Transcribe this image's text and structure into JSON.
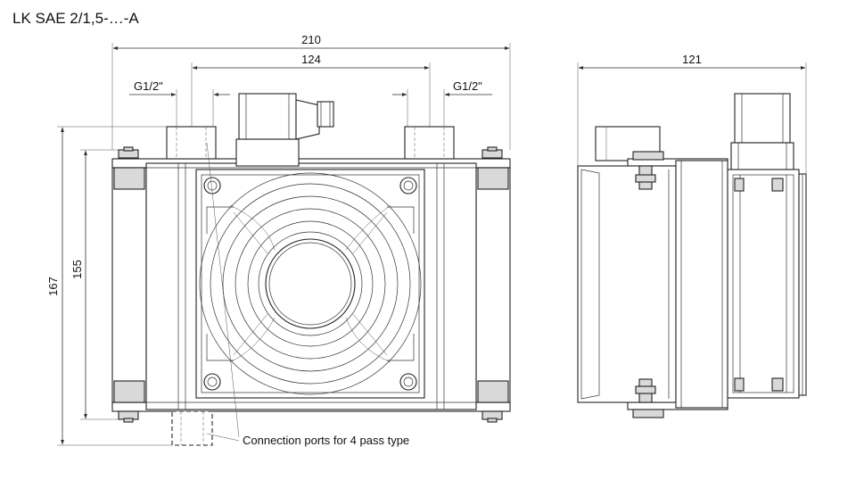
{
  "title": "LK SAE 2/1,5-…-A",
  "dimensions": {
    "overall_width": "210",
    "port_spacing": "124",
    "left_port": "G1/2\"",
    "right_port": "G1/2\"",
    "side_depth": "121",
    "overall_height": "167",
    "core_height": "155"
  },
  "annotation": "Connection ports for 4 pass type",
  "icons": {
    "fan": "fan-guard-icon",
    "connector": "electrical-connector-icon"
  }
}
